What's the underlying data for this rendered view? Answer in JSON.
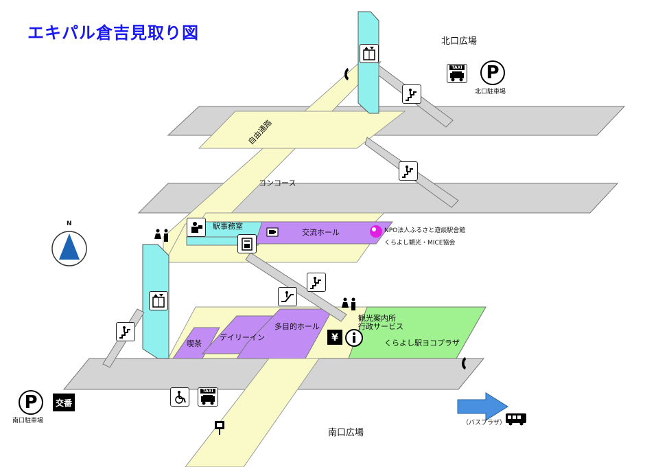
{
  "title": "エキパル倉吉見取り図",
  "areas": {
    "north_plaza": "北口広場",
    "north_parking": "北口駐車場",
    "south_plaza": "南口広場",
    "south_parking": "南口駐車場",
    "concourse": "コンコース",
    "passage": "自由通路",
    "station_office": "駅事務室",
    "exchange_hall": "交流ホール",
    "npo": "NPO法人ふるさと遊談駅舎館",
    "tourism_assoc": "くらよし観光・MICE協会",
    "kissa": "喫茶",
    "daily_in": "デイリーイン",
    "multipurpose_hall": "多目的ホール",
    "tourist_info": "観光案内所\n行政サービス",
    "yokoplaza": "くらよし駅ヨコプラザ",
    "bus_plaza": "（バスプラザ）"
  },
  "north_marker": "N",
  "parking_symbol": "P",
  "taxi_label": "TAXI",
  "koban_label": "交番",
  "icons": [
    "elevator-icon",
    "escalator-icon",
    "stairs-icon",
    "toilet-icon",
    "phone-icon",
    "station-office-icon",
    "ticket-machine-icon",
    "coffee-icon",
    "atm-icon",
    "info-icon",
    "wheelchair-icon",
    "bus-icon",
    "post-icon",
    "taxi-icon",
    "parking-icon"
  ],
  "colors": {
    "title": "#1a1aee",
    "platform": "#d4d4d4",
    "passage": "#fafac8",
    "elevator_shaft": "#8ff0ee",
    "hall": "#c28cf5",
    "plaza": "#9ff28f",
    "north_arrow": "#1e64b4",
    "bus_arrow": "#4a90e0",
    "marker": "#e020e0"
  }
}
